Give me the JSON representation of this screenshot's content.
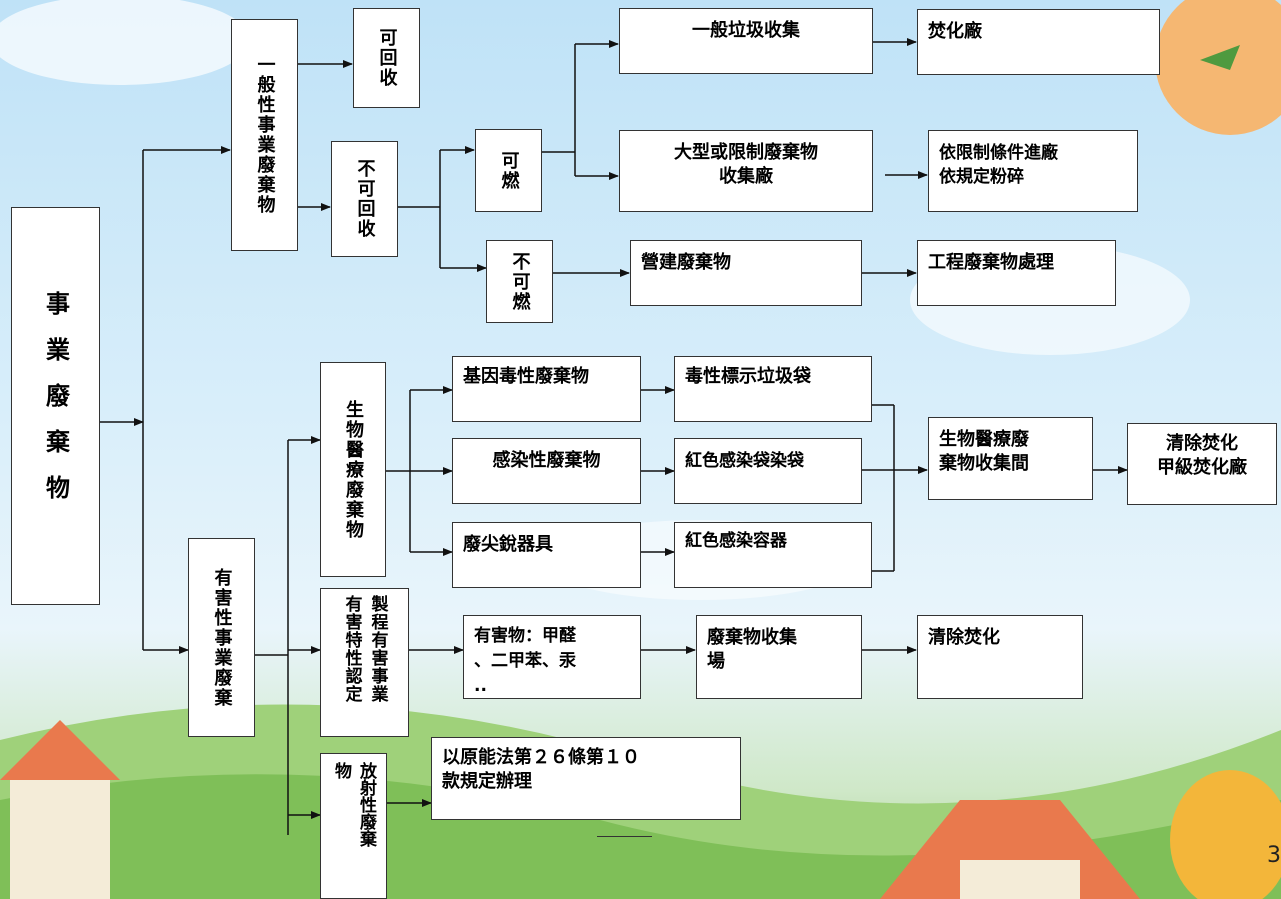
{
  "nodes": {
    "root": "事業廢棄物",
    "general": "一般性事業廢棄物",
    "recyclable": "可回收",
    "nonrecyclable": "不可回收",
    "combustible": "可燃",
    "noncombustible": "不可燃",
    "general_collection": "一般垃圾收集",
    "incinerator": "焚化廠",
    "bulky": "大型或限制廢棄物\n收集廠",
    "restricted_process": "依限制條件進廠\n依規定粉碎",
    "construction": "營建廢棄物",
    "engineering": "工程廢棄物處理",
    "hazardous": "有害性事業廢棄",
    "biomedical": "生物醫療廢棄物",
    "genetic": "基因毒性廢棄物",
    "toxic_bag": "毒性標示垃圾袋",
    "infectious": "感染性廢棄物",
    "red_bag": "紅色感染袋染袋",
    "sharps": "廢尖銳器具",
    "red_container": "紅色感染容器",
    "biomed_room": "生物醫療廢\n棄物收集間",
    "grade_a": "清除焚化\n甲級焚化廠",
    "process_hazard": "製程有害事業",
    "process_hazard_b": "有害特性認定",
    "substances": "有害物：甲醛\n、二甲苯、汞\n..",
    "waste_site": "廢棄物收集\n場",
    "clear_incinerate": "清除焚化",
    "radioactive": "放射性廢棄",
    "radioactive_b": "物",
    "atomic_law": "以原能法第２６條第１０\n款規定辦理"
  },
  "page_number": "3"
}
